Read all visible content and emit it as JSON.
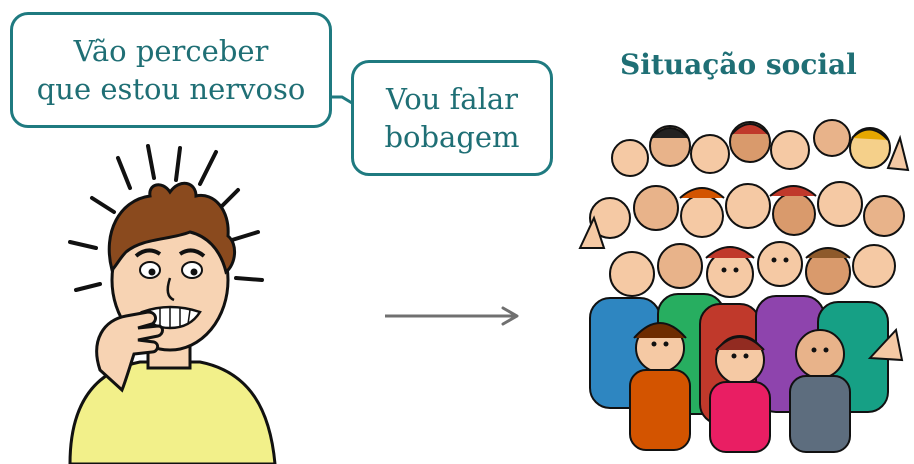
{
  "thought_bubbles": [
    {
      "line1": "Vão perceber",
      "line2": "que estou nervoso"
    },
    {
      "line1": "Vou falar",
      "line2": "bobagem"
    }
  ],
  "heading": "Situação social",
  "colors": {
    "accent": "#1f7a80",
    "text": "#1f6f75",
    "arrow": "#707070",
    "shirt": "#f2f08a",
    "hair": "#8a4a1e",
    "skin": "#f7d3b3"
  },
  "illustrations": {
    "left": "nervous-man-biting-nails",
    "right": "crowd-of-people"
  }
}
